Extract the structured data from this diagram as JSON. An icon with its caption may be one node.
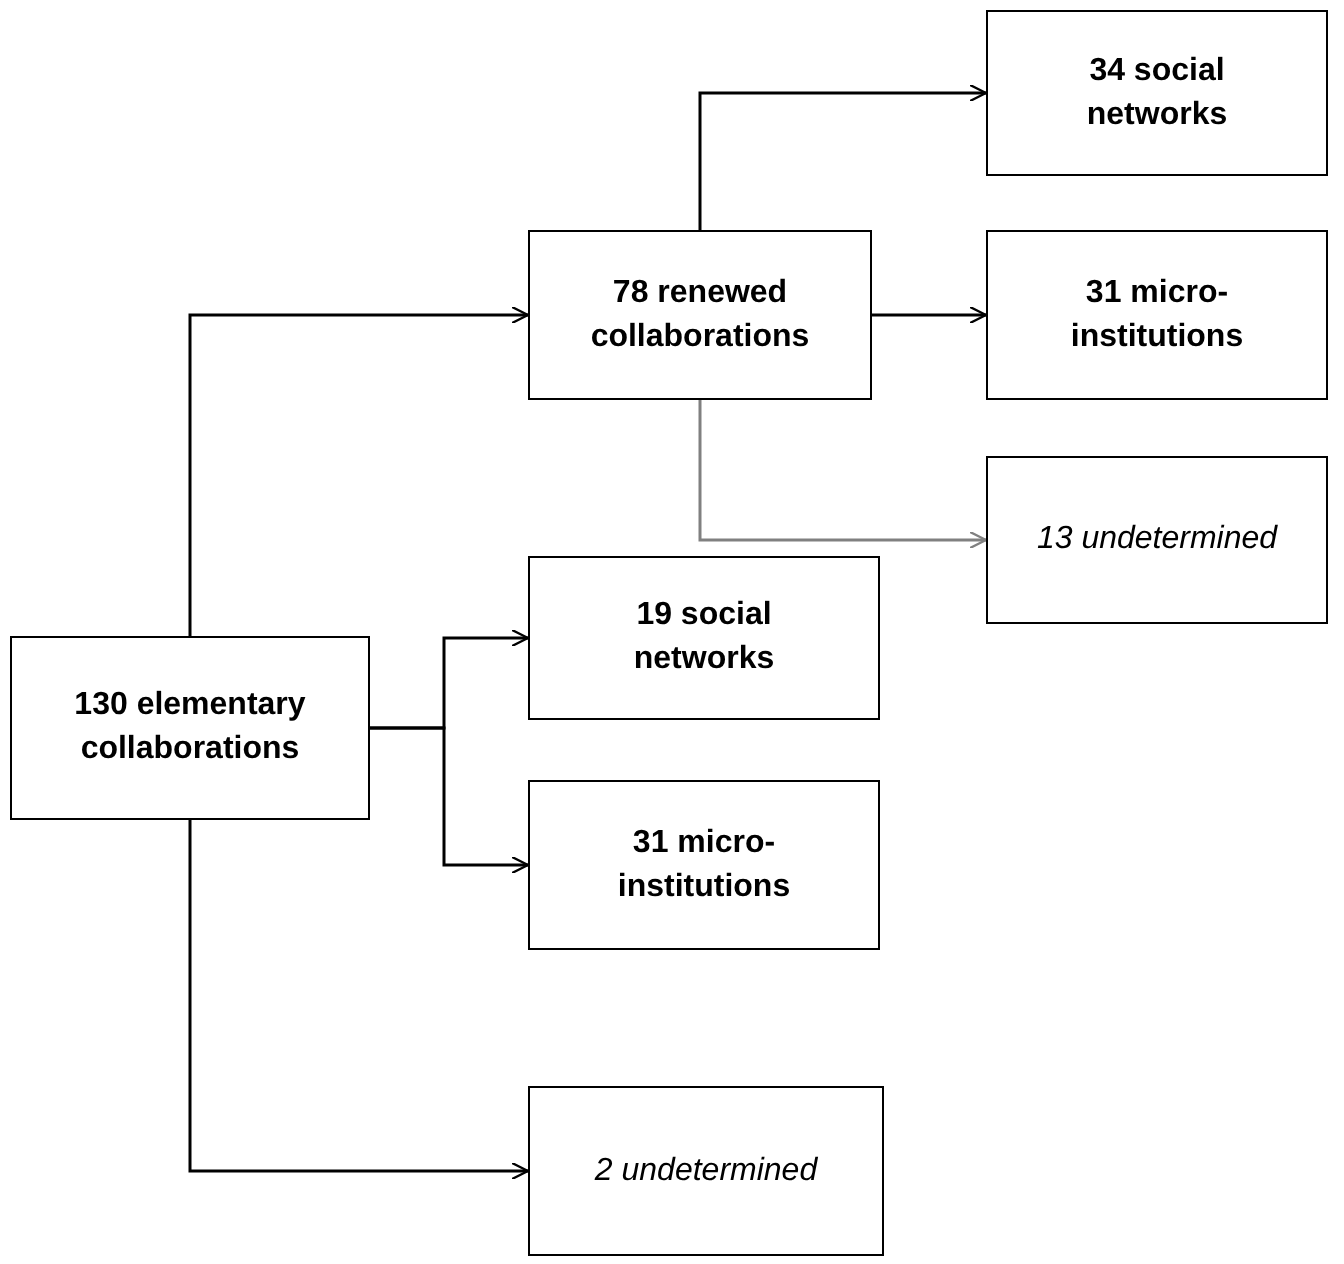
{
  "diagram": {
    "nodes": [
      {
        "text": [
          "130 elementary collaborations"
        ]
      },
      {
        "text": [
          "78 renewed collaborations"
        ]
      },
      {
        "text": [
          "34 social networks"
        ]
      },
      {
        "text": [
          "31 micro-institutions"
        ]
      },
      {
        "text": [
          "13 undetermined"
        ]
      },
      {
        "text": [
          "19 social networks"
        ]
      },
      {
        "text": [
          "31 micro-institutions"
        ]
      },
      {
        "text": [
          "2 undetermined"
        ]
      }
    ],
    "edges": [
      {
        "from": 0,
        "to": 1,
        "arrow": "to"
      },
      {
        "from": 1,
        "to": 2,
        "arrow": "to"
      },
      {
        "from": 1,
        "to": 3,
        "arrow": "to"
      },
      {
        "from": 1,
        "to": 4,
        "arrow": "to",
        "color": "#808080"
      },
      {
        "from": 0,
        "to": 5,
        "arrow": "to"
      },
      {
        "from": 0,
        "to": 6,
        "arrow": "to"
      },
      {
        "from": 0,
        "to": 7,
        "arrow": "to"
      }
    ]
  }
}
